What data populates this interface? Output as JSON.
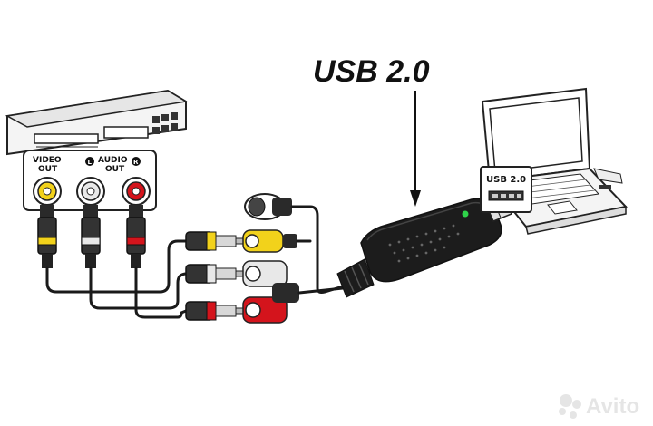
{
  "header": {
    "usb_title": "USB 2.0"
  },
  "vcr": {
    "video_out_line1": "VIDEO",
    "video_out_line2": "OUT",
    "audio_out_line1": "AUDIO",
    "audio_out_line2": "OUT",
    "left_marker": "L",
    "right_marker": "R"
  },
  "laptop": {
    "port_label": "USB 2.0"
  },
  "watermark": {
    "text": "Avito"
  },
  "colors": {
    "video_yellow": "#f2d21b",
    "audio_white": "#e8e8e8",
    "audio_red": "#d4141c",
    "device_black": "#1c1c1c",
    "outline": "#222222"
  }
}
